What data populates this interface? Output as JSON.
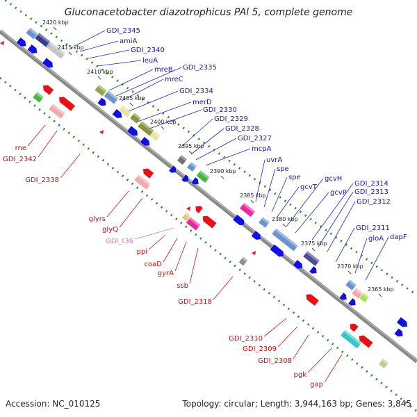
{
  "title": "Gluconacetobacter diazotrophicus PAl 5, complete genome",
  "footer": {
    "accession": "Accession: NC_010125",
    "summary": "Topology: circular; Length: 3,944,163 bp; Genes: 3,845"
  },
  "colors": {
    "forward_gene": "#1010e0",
    "reverse_gene": "#e81010",
    "backbone": "#8a8a8a",
    "dotted_track": "#1f8a1f",
    "forward_label_line": "#2020d0",
    "reverse_label_line": "#d01010",
    "trna_label": "#f070b0"
  },
  "ticks": [
    "2420 kbp",
    "2415 kbp",
    "2410 kbp",
    "2405 kbp",
    "2400 kbp",
    "2395 kbp",
    "2390 kbp",
    "2385 kbp",
    "2380 kbp",
    "2375 kbp",
    "2370 kbp",
    "2365 kbp"
  ],
  "forward_labels": [
    "GDI_2345",
    "amiA",
    "GDI_2340",
    "leuA",
    "mreB",
    "GDI_2335",
    "mreC",
    "GDI_2334",
    "merD",
    "GDI_2330",
    "GDI_2329",
    "GDI_2328",
    "GDI_2327",
    "mcpA",
    "uvrA",
    "spe",
    "spe",
    "gcvT",
    "gcvH",
    "gcvP",
    "GDI_2314",
    "GDI_2313",
    "GDI_2312",
    "GDI_2311",
    "gloA",
    "dapF"
  ],
  "reverse_labels": [
    "rne",
    "GDI_2342",
    "GDI_2338",
    "glyrs",
    "glyQ",
    "GDI_t36",
    "ppi",
    "coaD",
    "gyrA",
    "ssb",
    "GDI_2318",
    "GDI_2310",
    "GDI_2309",
    "GDI_2308",
    "pgk",
    "gap"
  ]
}
